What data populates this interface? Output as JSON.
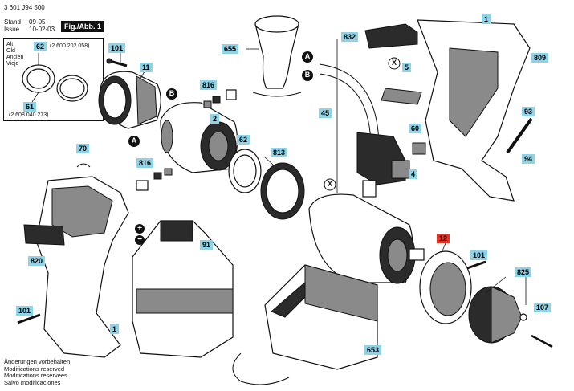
{
  "header": {
    "doc_number": "3 601 J94 500",
    "stand_label": "Stand",
    "stand_value": "09-05",
    "issue_label": "Issue",
    "issue_value": "10-02-03",
    "figure_label": "Fig./Abb. 1"
  },
  "legend": {
    "alt_labels": [
      "Alt",
      "Old",
      "Ancien",
      "Viejo"
    ],
    "old_part_number": "62",
    "old_part_code": "(2 600 202 058)",
    "new_part_number": "61",
    "new_part_code": "(2 608 040 273)"
  },
  "callouts": {
    "c101a": "101",
    "c11": "11",
    "c655": "655",
    "c832": "832",
    "c1a": "1",
    "c809": "809",
    "c5": "5",
    "c816a": "816",
    "c2": "2",
    "c45": "45",
    "c93": "93",
    "c60": "60",
    "c62": "62",
    "c813": "813",
    "c4": "4",
    "c94": "94",
    "c70": "70",
    "c816b": "816",
    "c91": "91",
    "c12": "12",
    "c101b": "101",
    "c820": "820",
    "c825": "825",
    "c107": "107",
    "c101c": "101",
    "c1b": "1",
    "c653": "653"
  },
  "markers": {
    "A": "A",
    "B": "B",
    "X": "X",
    "plus": "+",
    "minus": "−"
  },
  "footer_lines": [
    "Änderungen vorbehalten",
    "Modifications reserved",
    "Modifications reservées",
    "Salvo modificaciones"
  ],
  "colors": {
    "callout_fill": "#8fd3e8",
    "callout_highlight": "#e63323"
  }
}
